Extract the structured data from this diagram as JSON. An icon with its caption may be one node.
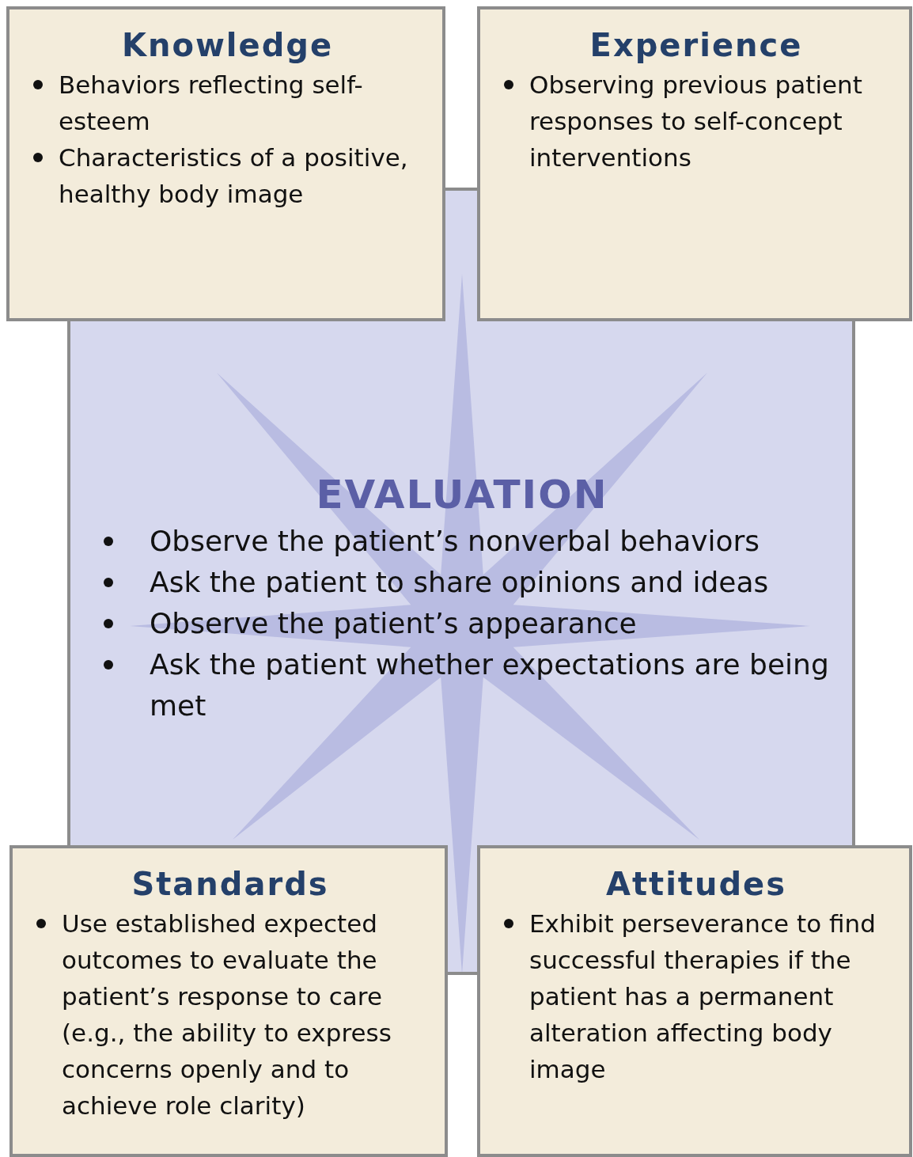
{
  "diagram": {
    "nodes": [
      {
        "text": [
          "EVALUATION",
          "Observe the patient’s nonverbal behaviors",
          "Ask the patient to share opinions and ideas",
          "Observe the patient’s appearance",
          "Ask the patient whether expectations are being met"
        ]
      },
      {
        "text": [
          "Knowledge",
          "Behaviors reflecting self-esteem",
          "Characteristics of a positive, healthy body image"
        ]
      },
      {
        "text": [
          "Experience",
          "Observing previous patient responses to self-concept interventions"
        ]
      },
      {
        "text": [
          "Standards",
          "Use established expected outcomes to evaluate the patient’s response to care (e.g., the ability to express concerns openly and to achieve role clarity)"
        ]
      },
      {
        "text": [
          "Attitudes",
          "Exhibit perseverance to find successful therapies if the patient has a permanent alteration affecting body image"
        ]
      }
    ]
  }
}
